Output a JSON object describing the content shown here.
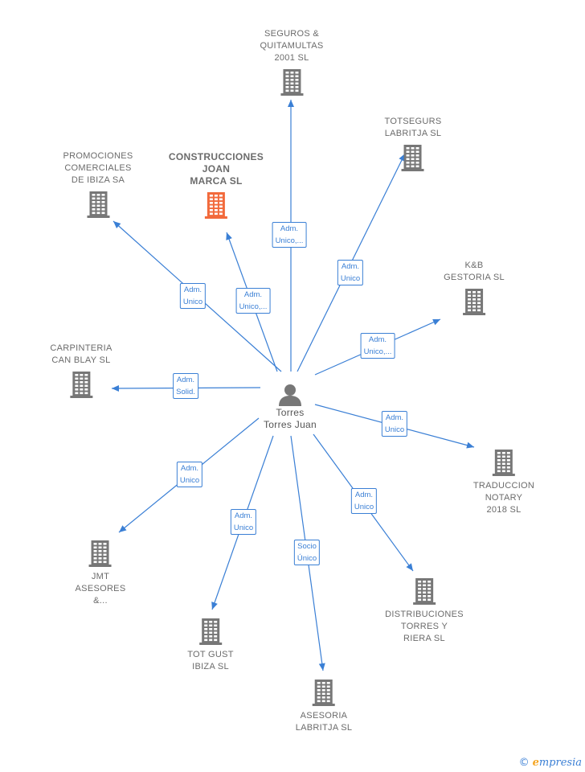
{
  "colors": {
    "edge": "#3a7fd5",
    "building": "#777777",
    "building_main": "#f26a3c"
  },
  "center": {
    "name_lines": [
      "Torres",
      "Torres Juan"
    ],
    "icon": "person-icon"
  },
  "nodes": [
    {
      "id": "seguros",
      "lines": [
        "SEGUROS &",
        "QUITAMULTAS",
        "2001  SL"
      ],
      "main": false
    },
    {
      "id": "totsegurs",
      "lines": [
        "TOTSEGURS",
        "LABRITJA SL"
      ],
      "main": false
    },
    {
      "id": "promociones",
      "lines": [
        "PROMOCIONES",
        "COMERCIALES",
        "DE IBIZA SA"
      ],
      "main": false
    },
    {
      "id": "construcciones",
      "lines": [
        "CONSTRUCCIONES",
        "JOAN",
        "MARCA  SL"
      ],
      "main": true
    },
    {
      "id": "kb",
      "lines": [
        "K&B",
        "GESTORIA  SL"
      ],
      "main": false
    },
    {
      "id": "carpinteria",
      "lines": [
        "CARPINTERIA",
        "CAN BLAY  SL"
      ],
      "main": false
    },
    {
      "id": "traduccion",
      "lines": [
        "TRADUCCION",
        "NOTARY",
        "2018  SL"
      ],
      "main": false
    },
    {
      "id": "jmt",
      "lines": [
        "JMT",
        "ASESORES",
        "&..."
      ],
      "main": false
    },
    {
      "id": "totgust",
      "lines": [
        "TOT GUST",
        "IBIZA SL"
      ],
      "main": false
    },
    {
      "id": "asesoria",
      "lines": [
        "ASESORIA",
        "LABRITJA  SL"
      ],
      "main": false
    },
    {
      "id": "distribuciones",
      "lines": [
        "DISTRIBUCIONES",
        "TORRES Y",
        "RIERA  SL"
      ],
      "main": false
    }
  ],
  "edges": [
    {
      "to": "seguros",
      "label": [
        "Adm.",
        "Unico,..."
      ]
    },
    {
      "to": "totsegurs",
      "label": [
        "Adm.",
        "Unico"
      ]
    },
    {
      "to": "promociones",
      "label": [
        "Adm.",
        "Unico"
      ]
    },
    {
      "to": "construcciones",
      "label": [
        "Adm.",
        "Unico,..."
      ]
    },
    {
      "to": "kb",
      "label": [
        "Adm.",
        "Unico,..."
      ]
    },
    {
      "to": "carpinteria",
      "label": [
        "Adm.",
        "Solid."
      ]
    },
    {
      "to": "traduccion",
      "label": [
        "Adm.",
        "Unico"
      ]
    },
    {
      "to": "jmt",
      "label": [
        "Adm.",
        "Unico"
      ]
    },
    {
      "to": "totgust",
      "label": [
        "Adm.",
        "Unico"
      ]
    },
    {
      "to": "asesoria",
      "label": [
        "Socio",
        "Único"
      ]
    },
    {
      "to": "distribuciones",
      "label": [
        "Adm.",
        "Unico"
      ]
    }
  ],
  "footer": {
    "copyright_symbol": "©",
    "brand_first": "e",
    "brand_rest": "mpresia"
  }
}
